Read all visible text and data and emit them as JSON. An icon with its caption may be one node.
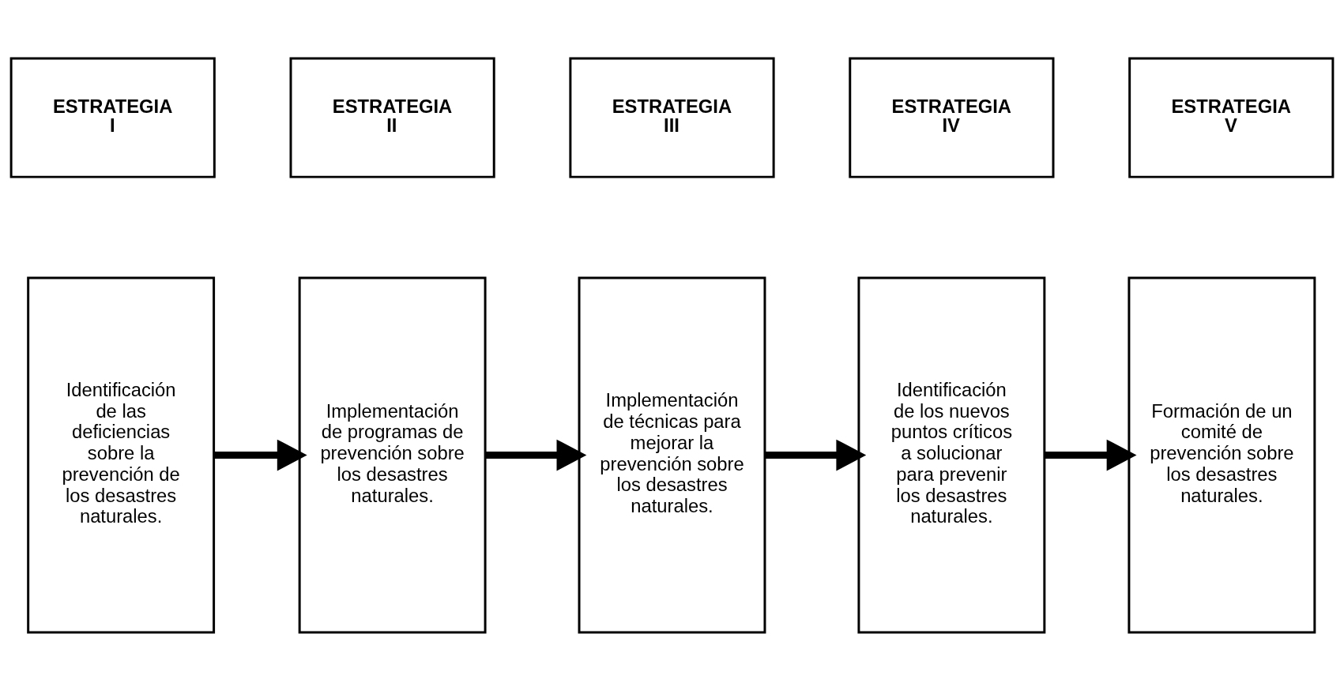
{
  "diagram": {
    "nodes": [
      {
        "text": [
          "ESTRATEGIA I"
        ]
      },
      {
        "text": [
          "ESTRATEGIA II"
        ]
      },
      {
        "text": [
          "ESTRATEGIA III"
        ]
      },
      {
        "text": [
          "ESTRATEGIA IV"
        ]
      },
      {
        "text": [
          "ESTRATEGIA V"
        ]
      },
      {
        "text": [
          "Identificación de las deficiencias sobre la prevención de los desastres naturales."
        ]
      },
      {
        "text": [
          "Implementación de programas de prevención sobre los desastres naturales."
        ]
      },
      {
        "text": [
          "Implementación de técnicas para mejorar la prevención sobre los desastres naturales."
        ]
      },
      {
        "text": [
          "Identificación de los nuevos puntos críticos a solucionar para prevenir los desastres naturales."
        ]
      },
      {
        "text": [
          "Formación de un comité de prevención sobre los desastres naturales."
        ]
      }
    ],
    "edges": [
      {
        "from": 5,
        "to": 6,
        "arrow": "to"
      },
      {
        "from": 6,
        "to": 7,
        "arrow": "to"
      },
      {
        "from": 7,
        "to": 8,
        "arrow": "to"
      },
      {
        "from": 8,
        "to": 9,
        "arrow": "to"
      }
    ]
  }
}
